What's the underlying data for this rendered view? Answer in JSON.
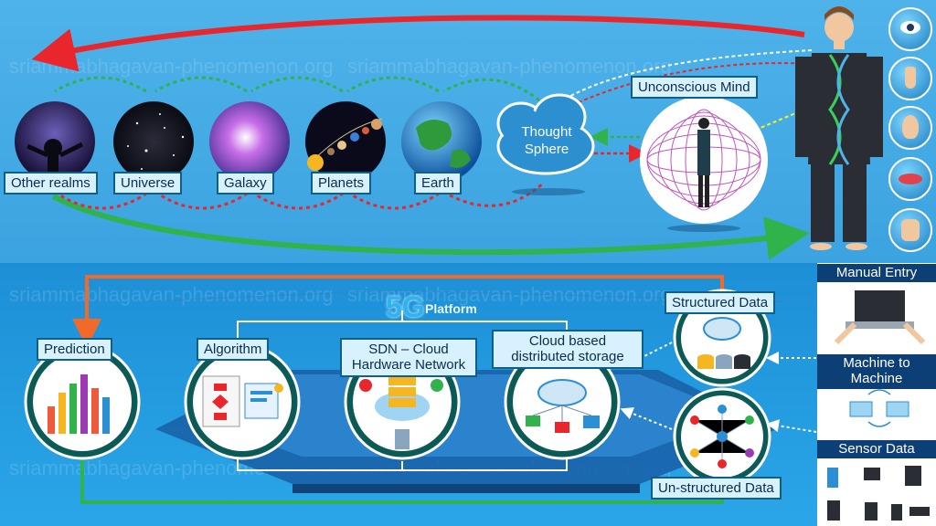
{
  "cosmos": {
    "realms": [
      {
        "label": "Other realms"
      },
      {
        "label": "Universe"
      },
      {
        "label": "Galaxy"
      },
      {
        "label": "Planets"
      },
      {
        "label": "Earth"
      }
    ],
    "thought_sphere": "Thought Sphere",
    "unconscious_mind": "Unconscious Mind"
  },
  "senses": [
    "eye-icon",
    "nose-icon",
    "ear-icon",
    "lips-icon",
    "hand-icon"
  ],
  "platform": {
    "brand_5g": "5G",
    "brand_platform": "Platform",
    "prediction": "Prediction",
    "algorithm": "Algorithm",
    "sdn": "SDN – Cloud Hardware Network",
    "cloud_storage": "Cloud based distributed storage",
    "structured": "Structured Data",
    "unstructured": "Un-structured Data"
  },
  "sources": {
    "manual_entry": "Manual Entry",
    "machine_to_machine": "Machine to Machine",
    "sensor_data": "Sensor Data"
  },
  "watermark": "sriammabhagavan-phenomenon.org",
  "colors": {
    "red_arrow": "#e8262b",
    "green_arrow": "#2fb34a",
    "navy": "#0d3f77",
    "teal": "#0e5f5a",
    "orange_arrow": "#f26a2a"
  }
}
